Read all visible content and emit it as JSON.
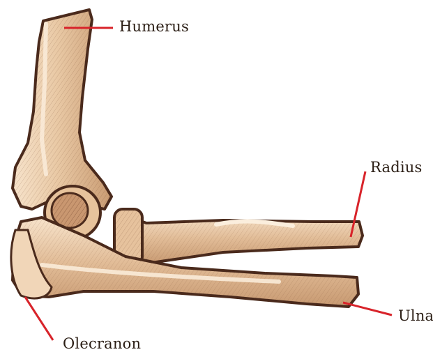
{
  "labels": {
    "humerus": "Humerus",
    "radius": "Radius",
    "ulna": "Ulna",
    "olecranon": "Olecranon"
  },
  "colors": {
    "outline": "#4a2a1c",
    "bone_light": "#f4dcc0",
    "bone_mid": "#dcb48e",
    "bone_dark": "#b98860",
    "pointer": "#d8232a"
  }
}
